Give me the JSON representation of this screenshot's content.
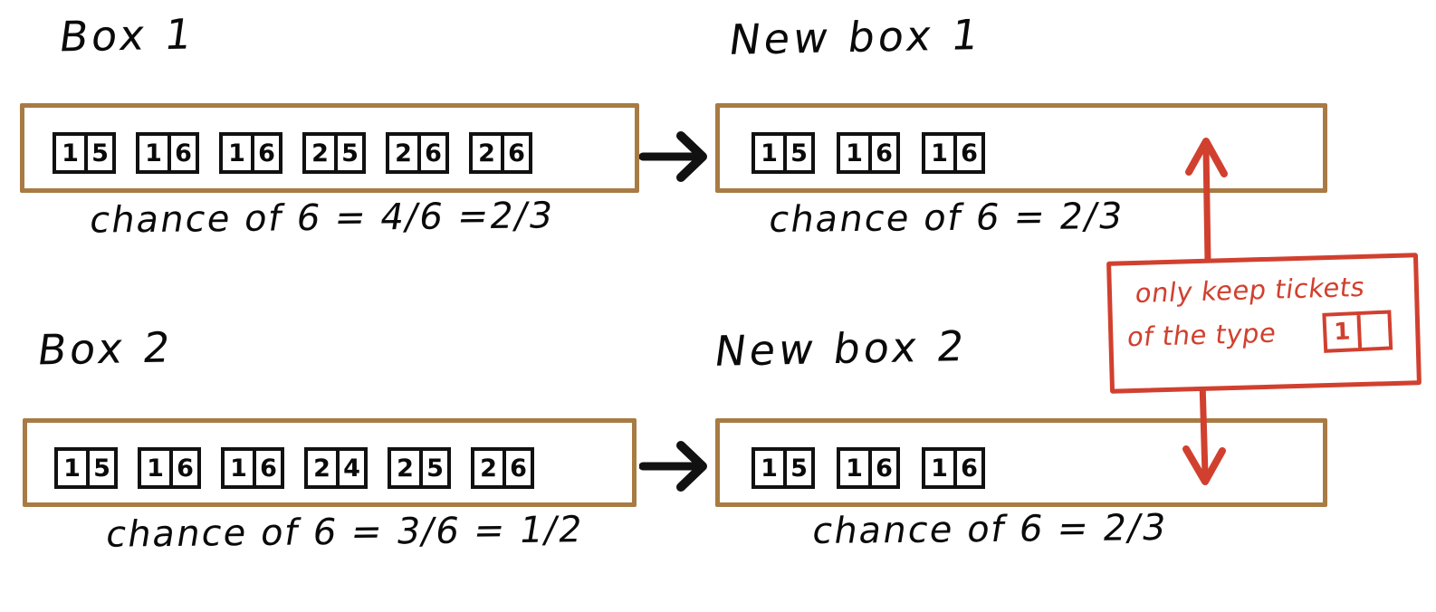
{
  "diagram": {
    "title_hint": "conditional probability with two-digit tickets",
    "accent_colors": {
      "box_border": "#a87b44",
      "ticket_border": "#111111",
      "annotation_red": "#d1402f",
      "background": "#ffffff"
    }
  },
  "panels": [
    {
      "id": "box1",
      "heading": "Box 1",
      "tickets": [
        {
          "left": "1",
          "right": "5"
        },
        {
          "left": "1",
          "right": "6"
        },
        {
          "left": "1",
          "right": "6"
        },
        {
          "left": "2",
          "right": "5"
        },
        {
          "left": "2",
          "right": "6"
        },
        {
          "left": "2",
          "right": "6"
        }
      ],
      "caption": "chance of 6 = 4/6 =2/3"
    },
    {
      "id": "new-box1",
      "heading": "New box 1",
      "tickets": [
        {
          "left": "1",
          "right": "5"
        },
        {
          "left": "1",
          "right": "6"
        },
        {
          "left": "1",
          "right": "6"
        }
      ],
      "caption": "chance of 6 = 2/3"
    },
    {
      "id": "box2",
      "heading": "Box 2",
      "tickets": [
        {
          "left": "1",
          "right": "5"
        },
        {
          "left": "1",
          "right": "6"
        },
        {
          "left": "1",
          "right": "6"
        },
        {
          "left": "2",
          "right": "4"
        },
        {
          "left": "2",
          "right": "5"
        },
        {
          "left": "2",
          "right": "6"
        }
      ],
      "caption": "chance of 6 = 3/6 = 1/2"
    },
    {
      "id": "new-box2",
      "heading": "New box 2",
      "tickets": [
        {
          "left": "1",
          "right": "5"
        },
        {
          "left": "1",
          "right": "6"
        },
        {
          "left": "1",
          "right": "6"
        }
      ],
      "caption": "chance of 6 = 2/3"
    }
  ],
  "annotation": {
    "line1": "only keep tickets",
    "line2": "of the type",
    "ticket": {
      "left": "1",
      "right": ""
    }
  },
  "arrows": {
    "transform_top": "right-arrow",
    "transform_bottom": "right-arrow",
    "annotation_up": "up-arrow",
    "annotation_down": "down-arrow"
  }
}
